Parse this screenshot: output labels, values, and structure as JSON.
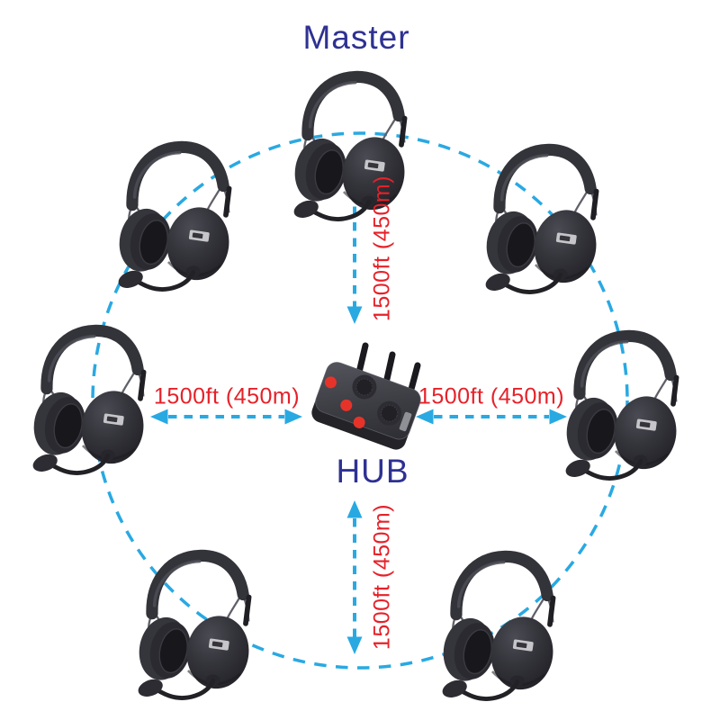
{
  "diagram": {
    "master_label": "Master",
    "hub_label": "HUB",
    "distances": {
      "hub_to_master": "1500ft (450m)",
      "hub_to_left": "1500ft (450m)",
      "hub_to_right": "1500ft (450m)",
      "hub_to_bottom": "1500ft (450m)"
    },
    "hub": {
      "type": "base-station",
      "antenna_count": 3,
      "red_indicator_count": 3
    },
    "headsets": [
      {
        "role": "master",
        "position": "top"
      },
      {
        "role": "remote",
        "position": "upper-left"
      },
      {
        "role": "remote",
        "position": "upper-right"
      },
      {
        "role": "remote",
        "position": "left"
      },
      {
        "role": "remote",
        "position": "right"
      },
      {
        "role": "remote",
        "position": "bottom-left"
      },
      {
        "role": "remote",
        "position": "bottom-right"
      }
    ],
    "headset_count": 7,
    "icons": {
      "headset": "over-ear-headset-with-boom-mic",
      "hub": "hub-base-station-with-three-antennas",
      "range": "dashed-circle",
      "distance": "double-headed-dashed-arrow"
    },
    "colors": {
      "node_label_blue": "#2E3192",
      "distance_red": "#E62129",
      "range_arrow_blue": "#29A9E2",
      "device_dark": "#2b2b31",
      "indicator_red": "#e63329",
      "background": "#ffffff"
    }
  }
}
